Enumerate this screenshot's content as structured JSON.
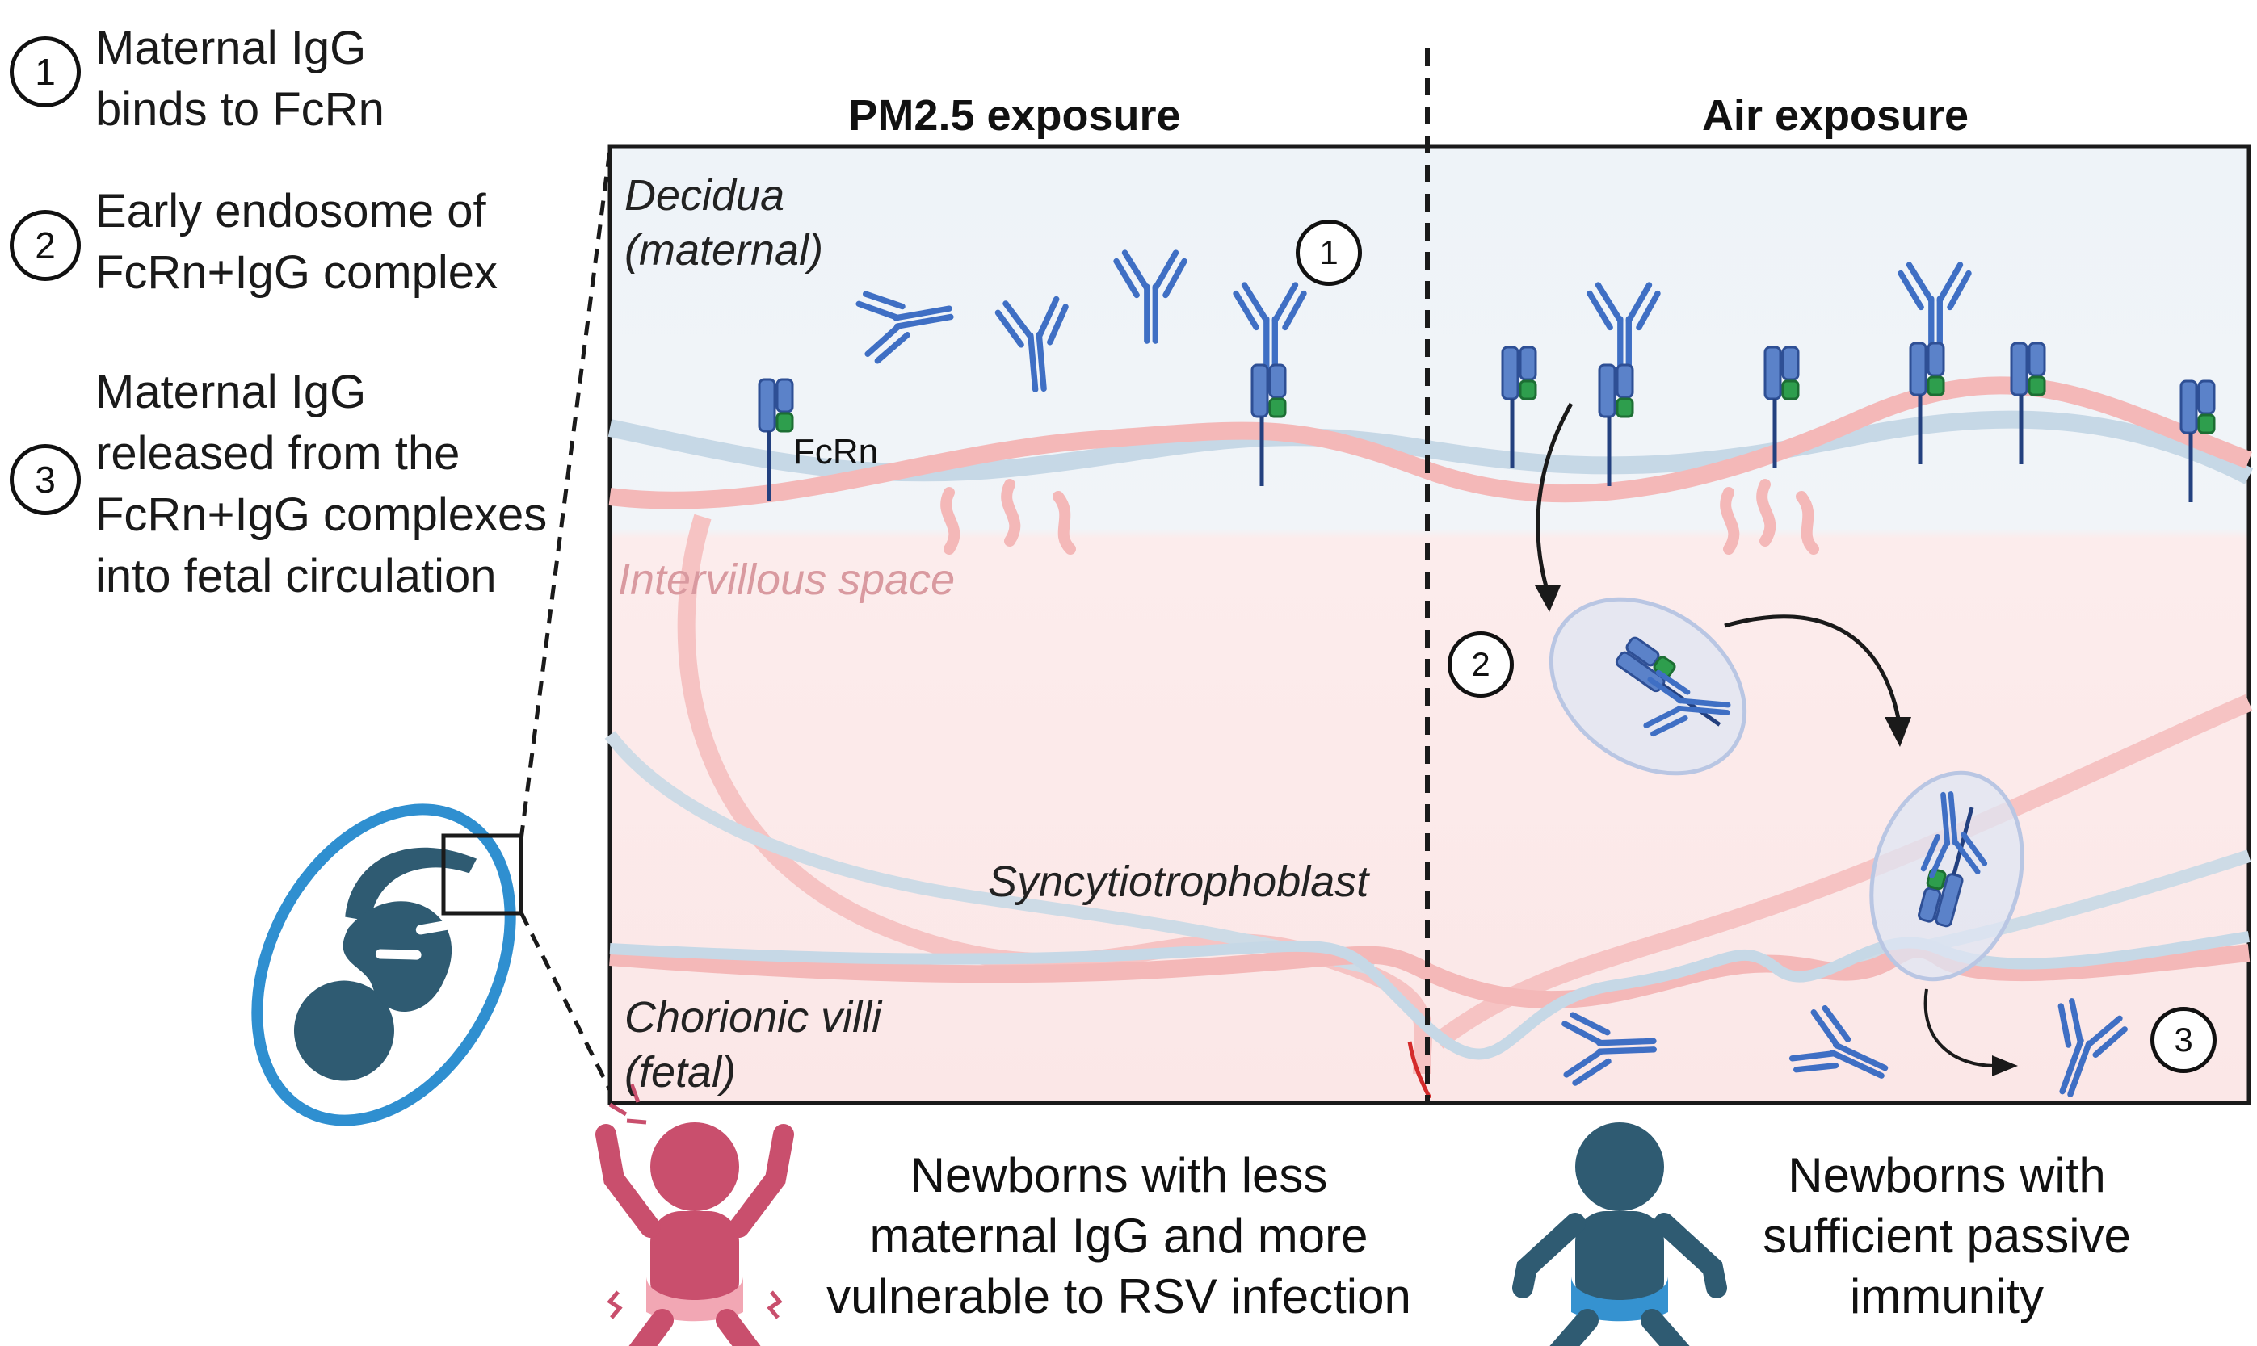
{
  "legend": {
    "steps": [
      {
        "number": "1",
        "text": "Maternal IgG\nbinds to FcRn"
      },
      {
        "number": "2",
        "text": "Early endosome of\nFcRn+IgG complex"
      },
      {
        "number": "3",
        "text": "Maternal IgG\nreleased from the\nFcRn+IgG complexes\ninto fetal circulation"
      }
    ]
  },
  "panels": {
    "left_title": "PM2.5 exposure",
    "right_title": "Air exposure"
  },
  "regions": {
    "decidua": "Decidua\n(maternal)",
    "intervillous": "Intervillous space",
    "syncytio": "Syncytiotrophoblast",
    "chorionic": "Chorionic villi\n(fetal)"
  },
  "labels": {
    "fcrn": "FcRn",
    "marker1": "1",
    "marker2": "2",
    "marker3": "3"
  },
  "outcomes": {
    "left": "Newborns with less\nmaternal IgG and more\nvulnerable to RSV infection",
    "right": "Newborns with\nsufficient passive\nimmunity"
  },
  "colors": {
    "antibody": "#3f6fc4",
    "fcrn_green": "#2e9e4d",
    "maternal_bg": "#eef3f8",
    "fetal_bg": "#fbeaea",
    "vessel_red": "#f4b8b8",
    "vessel_blue": "#c6d8e6",
    "uterus_blue": "#2f8fd0",
    "fetus_dark": "#2f5b72",
    "baby_pink": "#c94f6d",
    "baby_blue_diaper": "#3592d0"
  },
  "icons": [
    "igg-antibody-icon",
    "fcrn-receptor-icon",
    "endosome-icon",
    "pregnant-uterus-icon",
    "crying-baby-icon",
    "healthy-baby-icon"
  ]
}
